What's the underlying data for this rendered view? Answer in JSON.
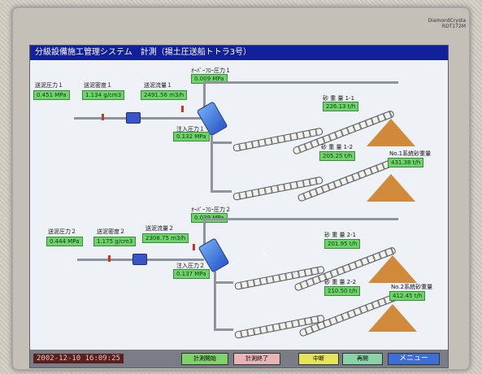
{
  "device": {
    "brand_line1": "DiamondCrysta",
    "brand_line2": "RDT172M"
  },
  "titlebar": {
    "title": "分級設備施工管理システム　計測（揚土圧送船トトラ3号）"
  },
  "line1": {
    "pressure_label": "送泥圧力１",
    "pressure_value": "0.451 MPa",
    "density_label": "送泥密度１",
    "density_value": "1.134 g/cm3",
    "flow_label": "送泥流量１",
    "flow_value": "2491.56 m3/h",
    "top_pressure_label": "ｵｰﾊﾞｰﾌﾛｰ圧力１",
    "top_pressure_value": "0.009 MPa",
    "inject_label": "注入圧力１",
    "inject_value": "0.132 MPa",
    "sand1_label": "砂 重 量 1-1",
    "sand1_value": "226.13 t/h",
    "sand2_label": "砂 重 量 1-2",
    "sand2_value": "205.25 t/h",
    "total_label": "No.1系統砂重量",
    "total_value": "431.38 t/h"
  },
  "line2": {
    "pressure_label": "送泥圧力２",
    "pressure_value": "0.444 MPa",
    "density_label": "送泥密度２",
    "density_value": "1.175 g/cm3",
    "flow_label": "送泥流量２",
    "flow_value": "2308.75 m3/h",
    "top_pressure_label": "ｵｰﾊﾞｰﾌﾛｰ圧力２",
    "top_pressure_value": "0.039 MPa",
    "inject_label": "注入圧力２",
    "inject_value": "0.137 MPa",
    "sand1_label": "砂 重 量 2-1",
    "sand1_value": "201.95 t/h",
    "sand2_label": "砂 重 量 2-2",
    "sand2_value": "210.50 t/h",
    "total_label": "No.2系統砂重量",
    "total_value": "412.45 t/h"
  },
  "footer": {
    "timestamp": "2002-12-10 16:09:25",
    "buttons": [
      {
        "label": "計測開始",
        "color": "#7fd36a"
      },
      {
        "label": "計測終了",
        "color": "#e7b5b5"
      },
      {
        "label": "中断",
        "color": "#e7e45a"
      },
      {
        "label": "再開",
        "color": "#8ad3a6"
      },
      {
        "label": "メニュー",
        "color": "#3d6fd6"
      }
    ]
  }
}
